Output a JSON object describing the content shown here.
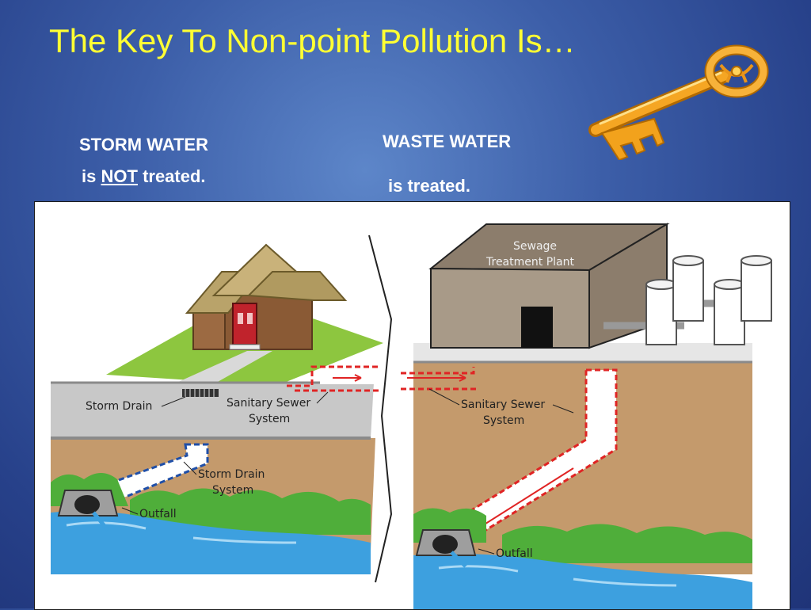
{
  "slide": {
    "title": "The Key To Non-point Pollution Is…",
    "storm_line1": "STORM WATER",
    "storm_is": "is",
    "storm_not": "NOT",
    "storm_treated": "treated.",
    "waste_line1": "WASTE WATER",
    "waste_line2": "is treated.",
    "title_color": "#ffff33"
  },
  "diagram": {
    "left_labels": {
      "storm_drain": "Storm Drain",
      "sanitary_1": "Sanitary Sewer",
      "sanitary_2": "System",
      "storm_system_1": "Storm Drain",
      "storm_system_2": "System",
      "outfall": "Outfall"
    },
    "right_labels": {
      "plant_1": "Sewage",
      "plant_2": "Treatment Plant",
      "sanitary_1": "Sanitary Sewer",
      "sanitary_2": "System",
      "outfall": "Outfall"
    }
  },
  "icons": [
    "key-icon",
    "house-icon",
    "treatment-plant-icon",
    "storage-tank-icon",
    "storm-drain-grate-icon",
    "outfall-pipe-icon"
  ]
}
